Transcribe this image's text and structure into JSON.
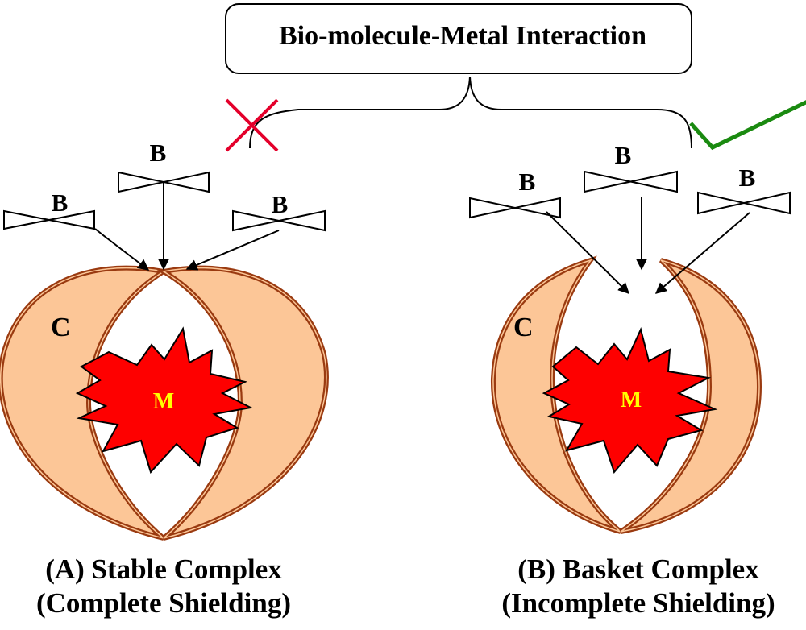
{
  "title": "Bio-molecule-Metal Interaction",
  "labels": {
    "biomolecule": "B",
    "cage": "C",
    "metal": "M"
  },
  "panel_a": {
    "caption_line1": "(A) Stable Complex",
    "caption_line2": "(Complete Shielding)",
    "verdict_icon": "cross-mark-icon"
  },
  "panel_b": {
    "caption_line1": "(B) Basket Complex",
    "caption_line2": "(Incomplete Shielding)",
    "verdict_icon": "check-mark-icon"
  },
  "colors": {
    "cage_fill": "#fcc697",
    "cage_stroke": "#9a3a10",
    "metal_fill": "#fe0000",
    "metal_label": "#ffff00",
    "cross": "#e4002b",
    "check": "#1a8a10"
  }
}
